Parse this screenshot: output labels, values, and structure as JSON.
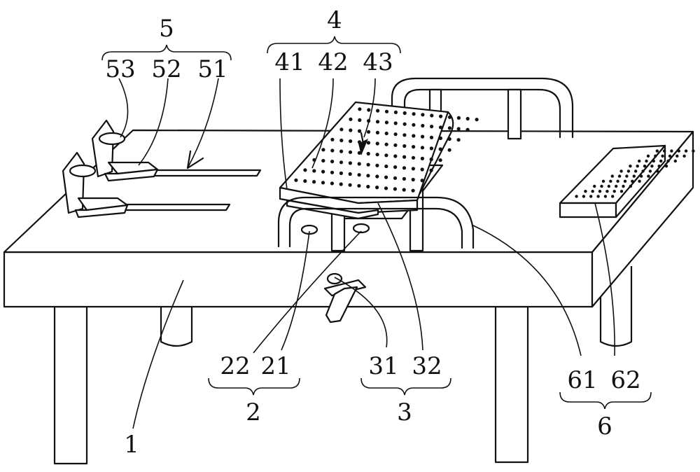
{
  "figure": {
    "background": "#ffffff",
    "stroke_color": "#111111"
  },
  "labels": {
    "l1": "1",
    "l2": "2",
    "l21": "21",
    "l22": "22",
    "l3": "3",
    "l31": "31",
    "l32": "32",
    "l4": "4",
    "l41": "41",
    "l42": "42",
    "l43": "43",
    "l5": "5",
    "l51": "51",
    "l52": "52",
    "l53": "53",
    "l6": "6",
    "l61": "61",
    "l62": "62"
  }
}
